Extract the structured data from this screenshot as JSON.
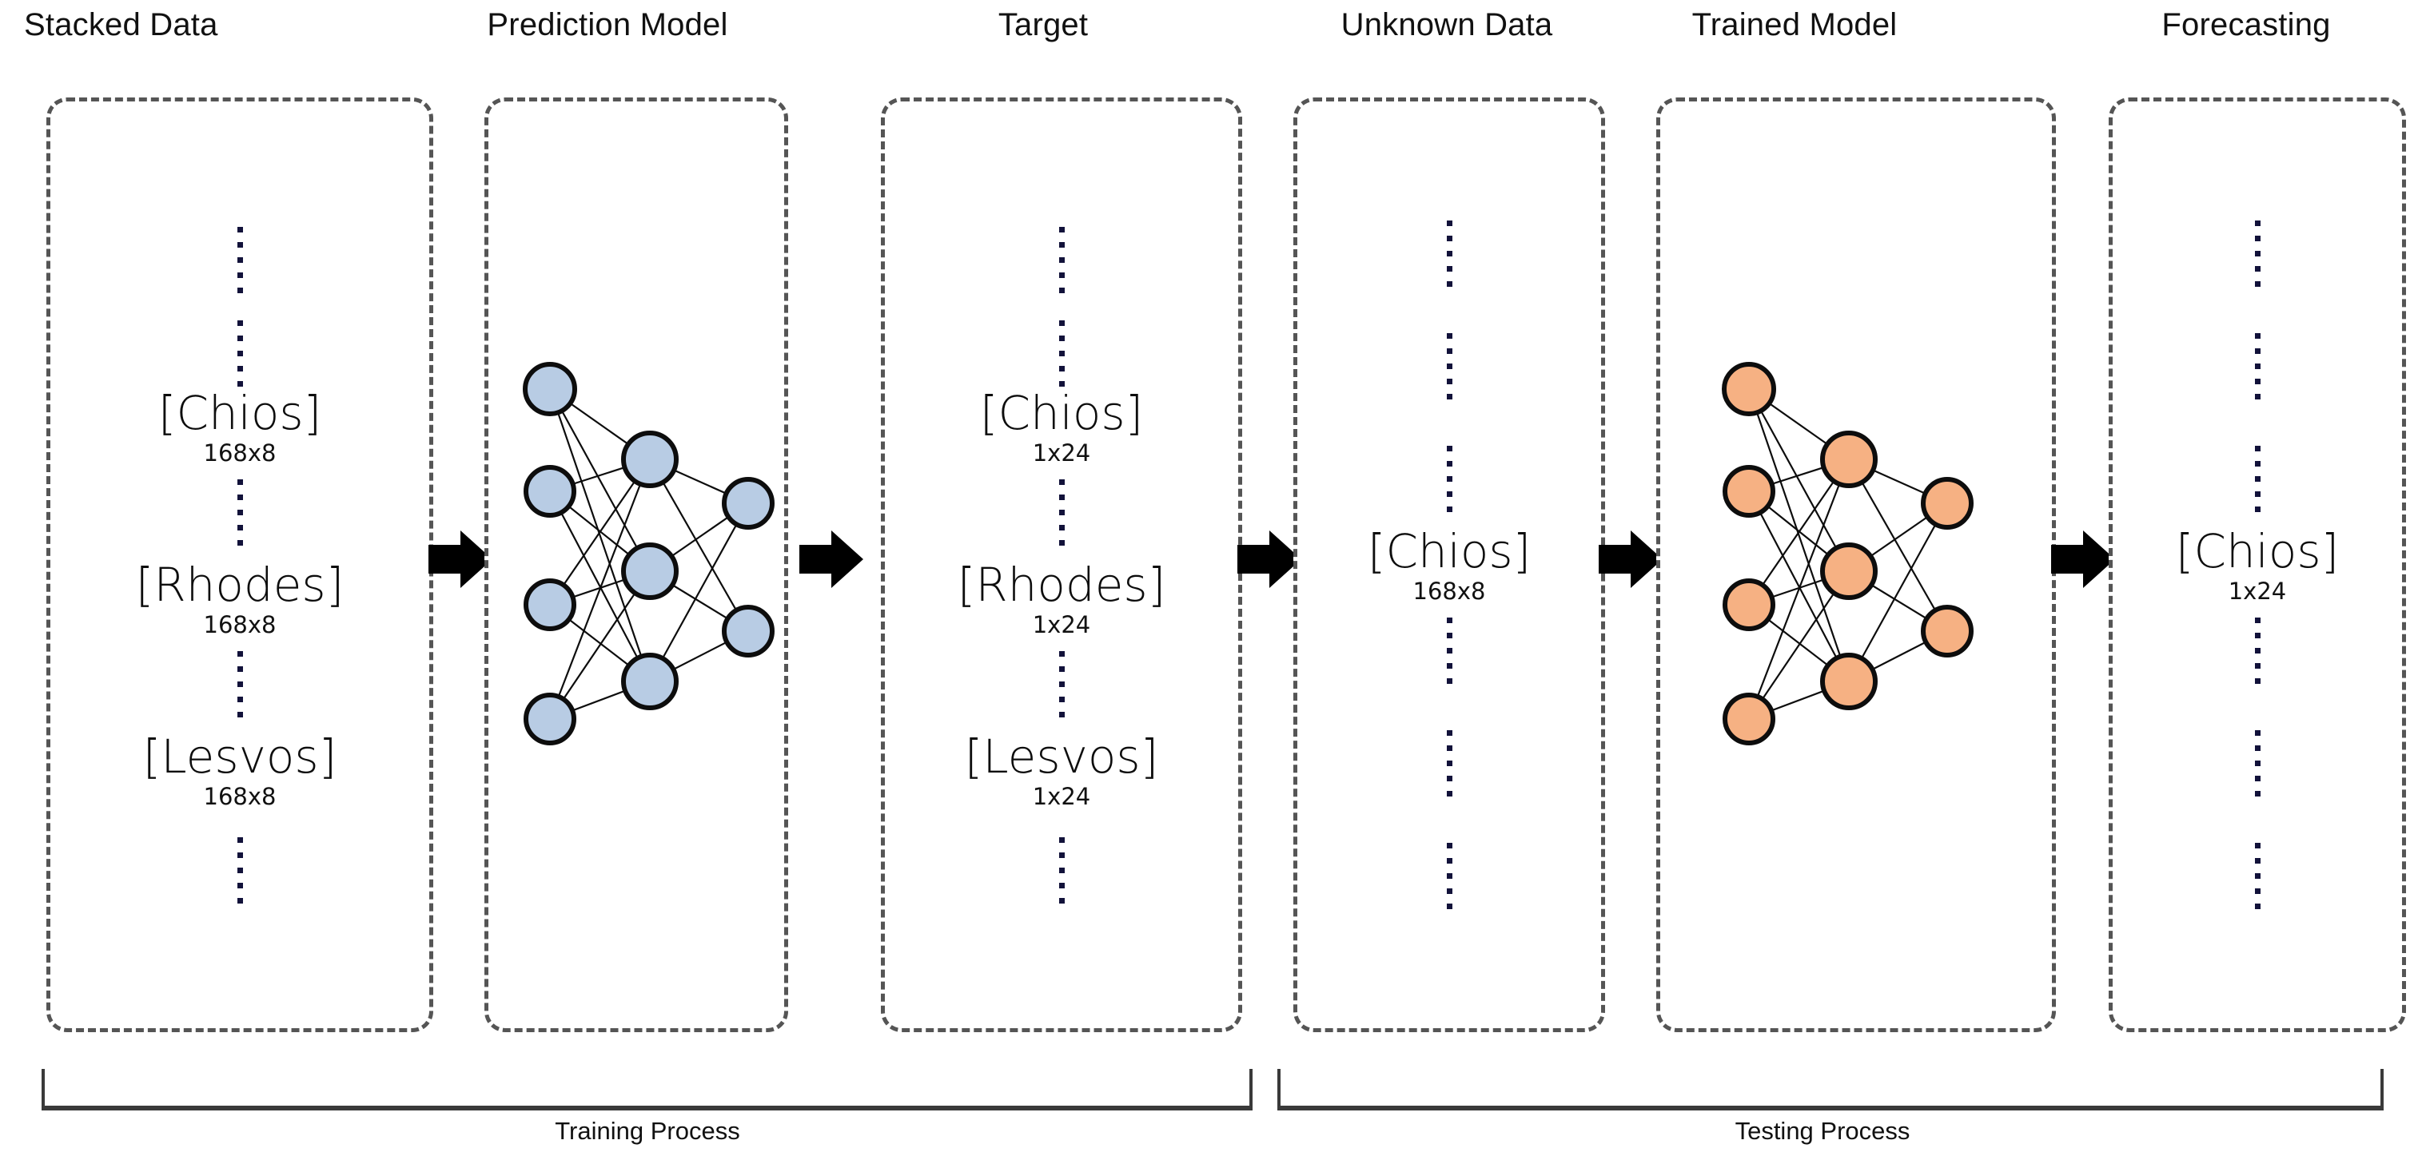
{
  "diagram": {
    "title_row": [
      {
        "id": "stacked-data",
        "label": "Stacked Data"
      },
      {
        "id": "prediction-model",
        "label": "Prediction Model"
      },
      {
        "id": "target",
        "label": "Target"
      },
      {
        "id": "unknown-data",
        "label": "Unknown Data"
      },
      {
        "id": "trained-model",
        "label": "Trained Model"
      },
      {
        "id": "forecasting",
        "label": "Forecasting"
      }
    ],
    "stacked_data": {
      "entries": [
        {
          "name": "[Chios]",
          "size": "168x8"
        },
        {
          "name": "[Rhodes]",
          "size": "168x8"
        },
        {
          "name": "[Lesvos]",
          "size": "168x8"
        }
      ]
    },
    "target": {
      "entries": [
        {
          "name": "[Chios]",
          "size": "1x24"
        },
        {
          "name": "[Rhodes]",
          "size": "1x24"
        },
        {
          "name": "[Lesvos]",
          "size": "1x24"
        }
      ]
    },
    "unknown_data": {
      "entries": [
        {
          "name": "[Chios]",
          "size": "168x8"
        }
      ]
    },
    "forecasting": {
      "entries": [
        {
          "name": "[Chios]",
          "size": "1x24"
        }
      ]
    },
    "prediction_model": {
      "node_color": "#b8cce4",
      "node_stroke": "#0d0d0d",
      "layers": [
        4,
        3,
        2
      ]
    },
    "trained_model": {
      "node_color": "#f6b183",
      "node_stroke": "#0d0d0d",
      "layers": [
        4,
        3,
        2
      ]
    },
    "arrows": {
      "color": "#000000",
      "count": 5
    },
    "brackets": [
      {
        "id": "training-process",
        "label": "Training Process"
      },
      {
        "id": "testing-process",
        "label": "Testing Process"
      }
    ]
  }
}
